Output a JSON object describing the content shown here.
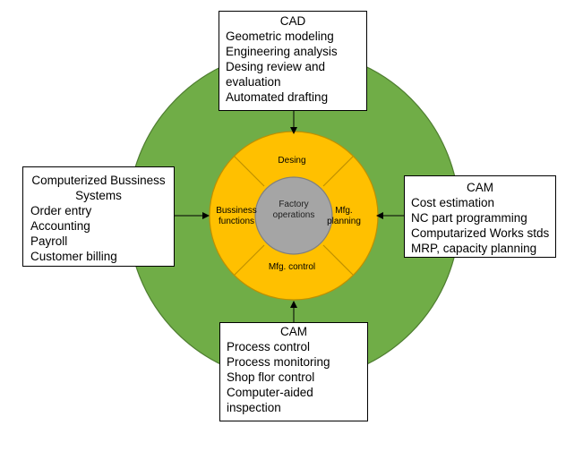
{
  "inner_ring": {
    "top": "Desing",
    "left": "Bussiness functions",
    "right": "Mfg. planning",
    "bottom": "Mfg. control",
    "center": "Factory operations"
  },
  "boxes": {
    "top": {
      "title": "CAD",
      "items": [
        "Geometric modeling",
        "Engineering  analysis",
        "Desing review and evaluation",
        "Automated drafting"
      ]
    },
    "left": {
      "title": "Computerized Bussiness Systems",
      "items": [
        "Order entry",
        "Accounting",
        "Payroll",
        "Customer billing"
      ]
    },
    "right": {
      "title": "CAM",
      "items": [
        "Cost estimation",
        "NC part programming",
        "Computarized Works stds",
        "MRP, capacity planning"
      ]
    },
    "bottom": {
      "title": "CAM",
      "items": [
        "Process control",
        "Process monitoring",
        "Shop flor control",
        "Computer-aided inspection"
      ]
    }
  },
  "colors": {
    "outer_ring": "#70ad47",
    "outer_ring_stroke": "#4e7d30",
    "inner_ring": "#ffc000",
    "inner_ring_stroke": "#bf9000",
    "center": "#a5a5a5",
    "center_stroke": "#7f7f7f"
  }
}
